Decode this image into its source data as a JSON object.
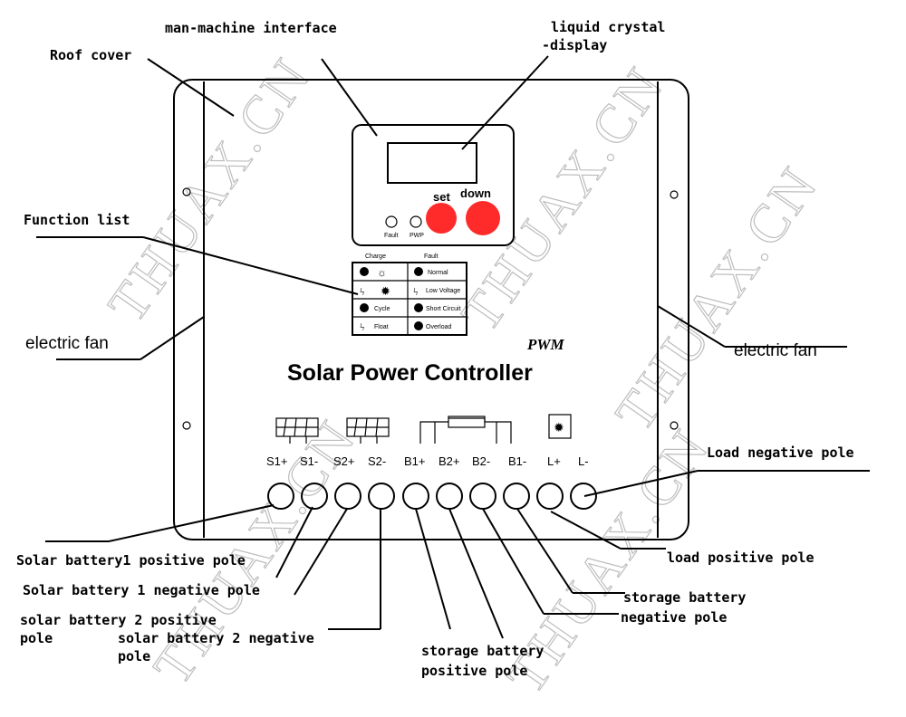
{
  "callouts": {
    "man_machine_interface": "man-machine interface",
    "lcd_line1": "liquid crystal",
    "lcd_line2": "-display",
    "roof_cover": "Roof cover",
    "function_list": "Function list",
    "electric_fan_left": "electric fan",
    "electric_fan_right": "electric fan",
    "load_negative": "Load negative pole",
    "load_positive": "load positive pole",
    "solar1_positive": "Solar battery1 positive pole",
    "solar1_negative": "Solar battery 1 negative pole",
    "solar2_positive_line1": "solar battery 2 positive",
    "solar2_positive_line2": "pole",
    "solar2_negative_line1": "solar battery 2 negative",
    "solar2_negative_line2": "pole",
    "storage_negative_line1": "storage battery",
    "storage_negative_line2": "negative pole",
    "storage_positive_line1": "storage battery",
    "storage_positive_line2": "positive pole"
  },
  "panel": {
    "pwm": "PWM",
    "title": "Solar Power Controller",
    "btn_set": "set",
    "btn_down": "down",
    "led1": "Fault",
    "led2": "PWP"
  },
  "function_table": {
    "header_left": "Charge",
    "header_right": "Fault",
    "rows": [
      {
        "left": "",
        "right": "Normal"
      },
      {
        "left": "",
        "right": "Low Voltage"
      },
      {
        "left": "Cycle",
        "right": "Short Circuit"
      },
      {
        "left": "Float",
        "right": "Overload"
      }
    ]
  },
  "terminals": [
    "S1+",
    "S1-",
    "S2+",
    "S2-",
    "B1+",
    "B2+",
    "B2-",
    "B1-",
    "L+",
    "L-"
  ],
  "watermark": "THUAX.CN",
  "colors": {
    "button_red": "#ff2b2b",
    "line": "#000000",
    "watermark": "#bdbdbd"
  }
}
